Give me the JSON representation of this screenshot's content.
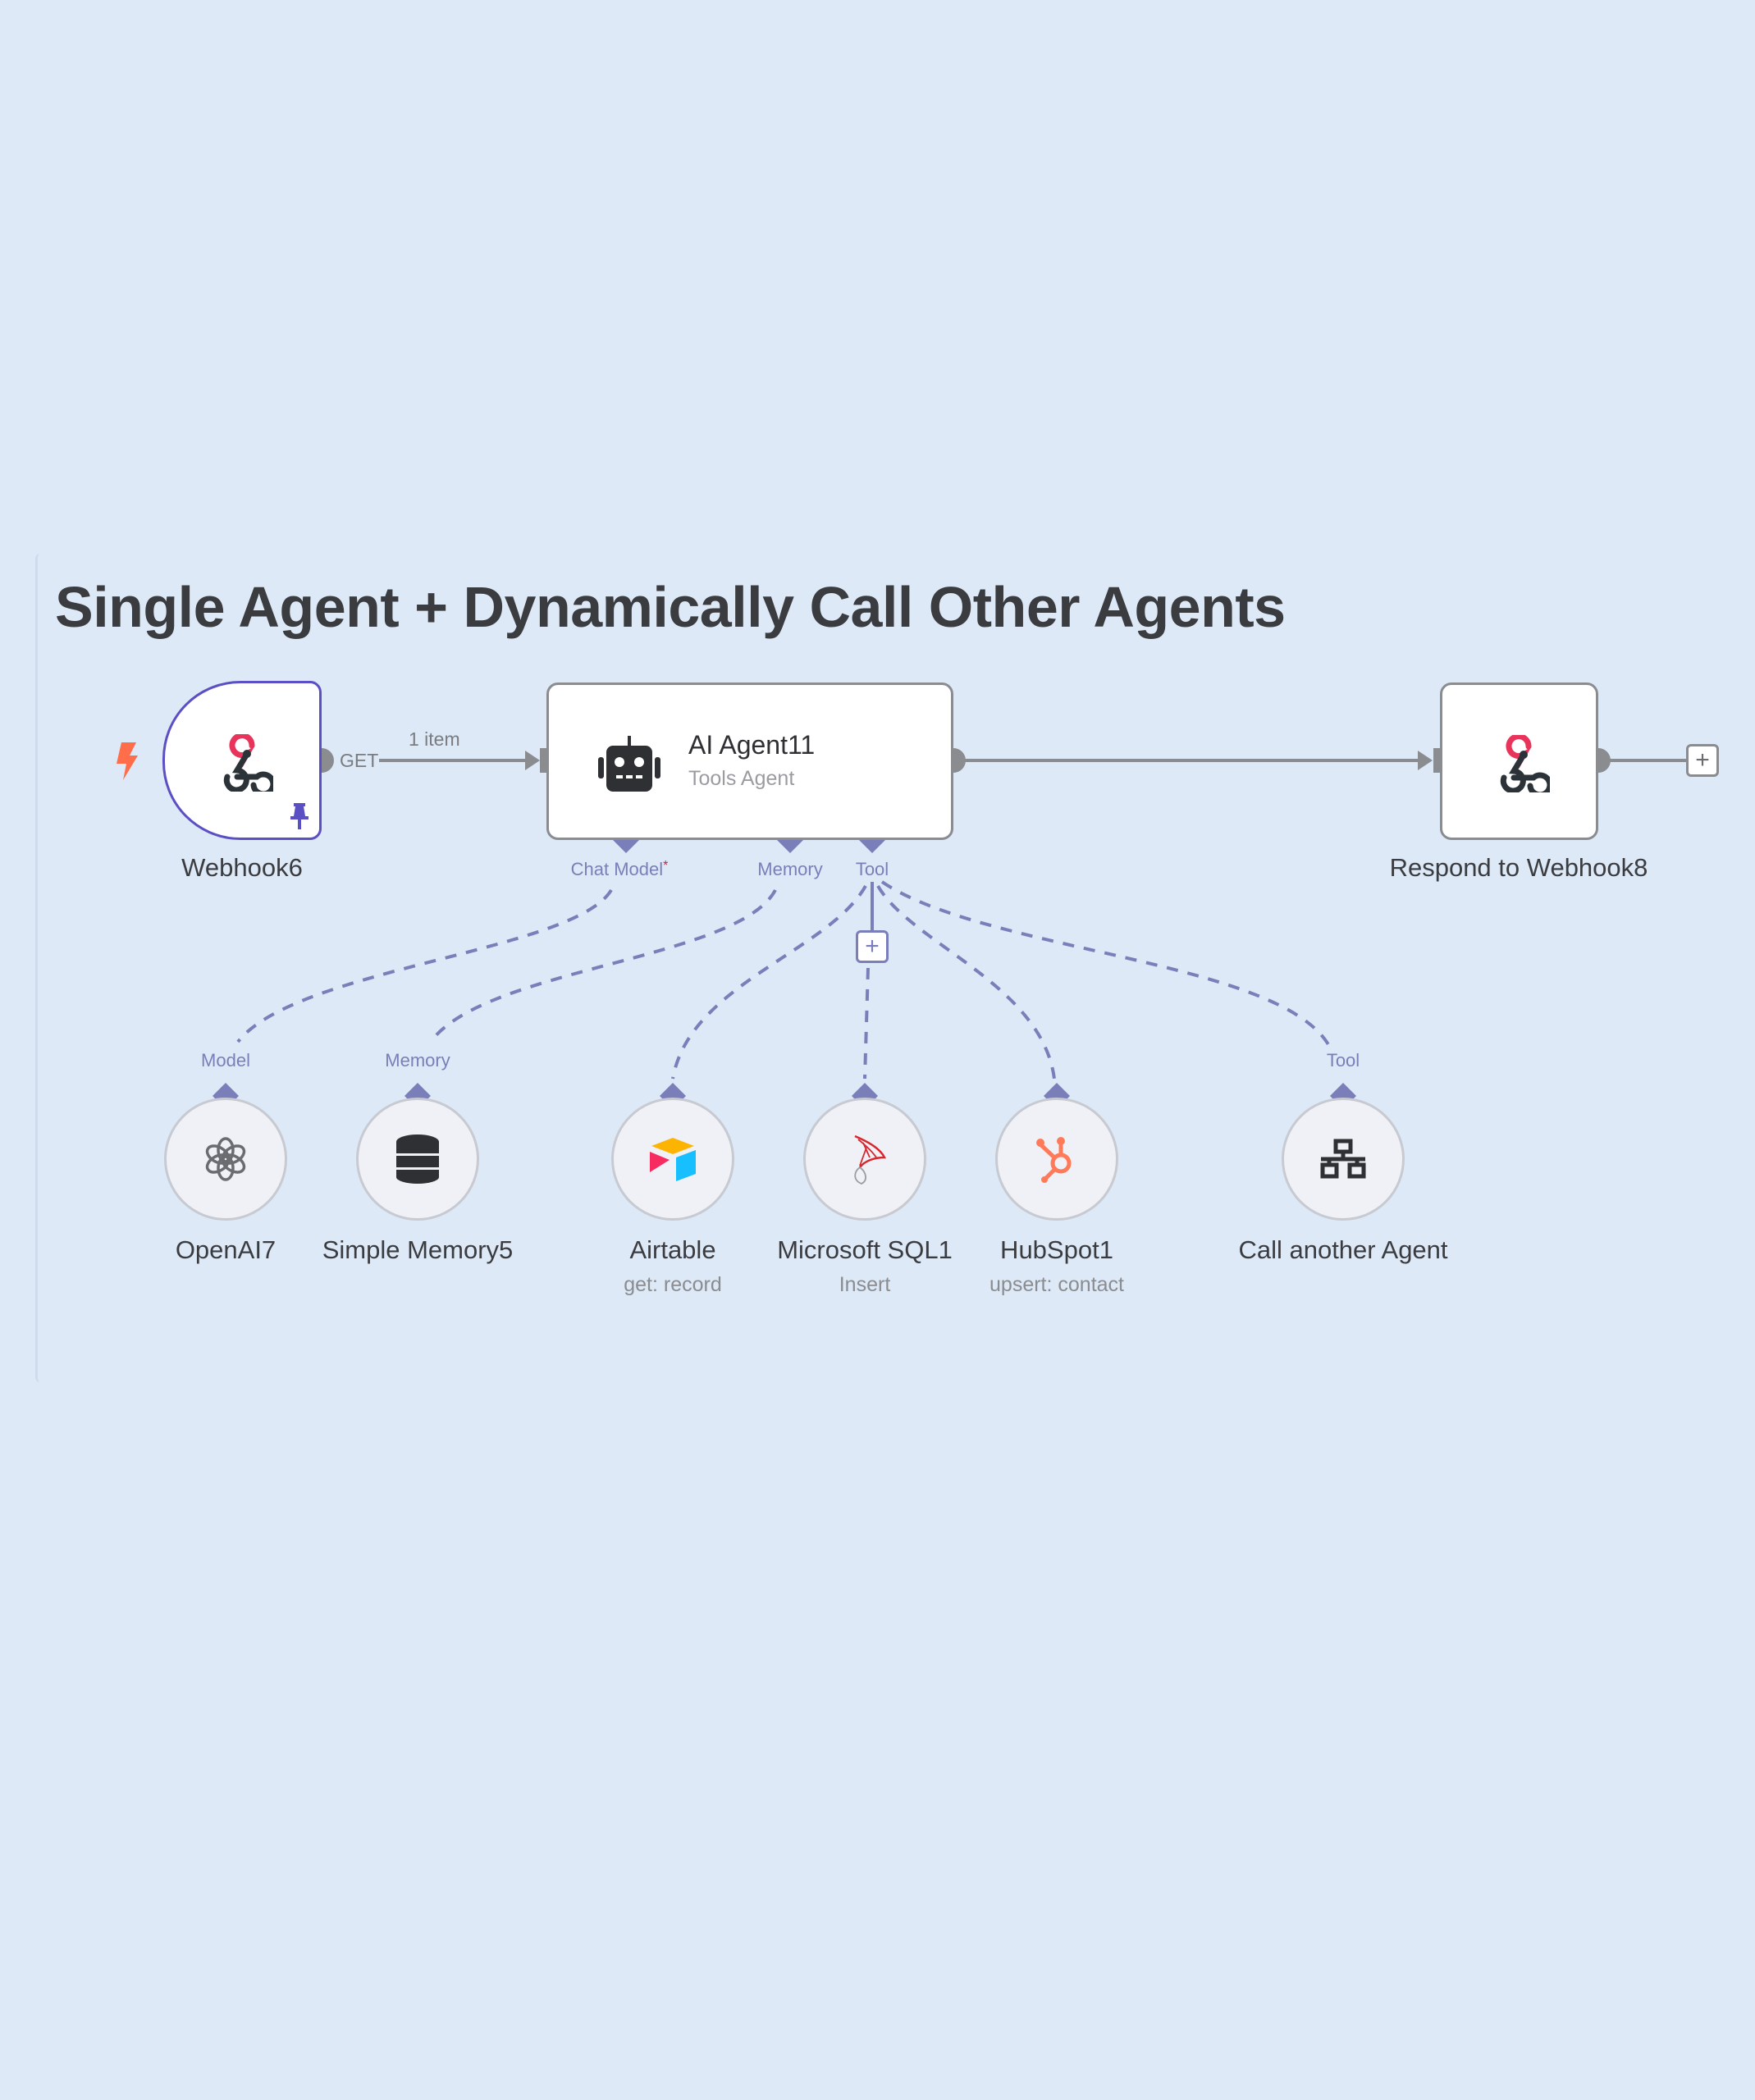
{
  "canvas": {
    "background": "#dde9f7",
    "sticky_note": {
      "title": "Single Agent + Dynamically Call Other Agents"
    }
  },
  "colors": {
    "main_edge": "#8a8c90",
    "ai_edge": "#7b7fb9",
    "trigger_border": "#5b4fc4",
    "trigger_bolt": "#ff6d4a",
    "required_marker": "#e8113a"
  },
  "nodes": {
    "webhook": {
      "name": "Webhook6",
      "icon": "webhook-icon",
      "pinned": true,
      "is_trigger": true,
      "trigger_icon": "lightning-bolt-icon",
      "output_label": "GET"
    },
    "agent": {
      "name": "AI Agent11",
      "subtitle": "Tools Agent",
      "icon": "robot-icon",
      "ports": [
        {
          "label": "Chat Model",
          "required": true,
          "required_marker": "*"
        },
        {
          "label": "Memory",
          "required": false
        },
        {
          "label": "Tool",
          "required": false
        }
      ]
    },
    "respond": {
      "name": "Respond to Webhook8",
      "icon": "webhook-icon"
    }
  },
  "edges": {
    "webhook_to_agent": {
      "label": "1 item"
    }
  },
  "sub_nodes": [
    {
      "name": "OpenAI7",
      "subtitle": "",
      "icon": "openai-icon",
      "port_label": "Model"
    },
    {
      "name": "Simple Memory5",
      "subtitle": "",
      "icon": "database-icon",
      "port_label": "Memory"
    },
    {
      "name": "Airtable",
      "subtitle": "get: record",
      "icon": "airtable-icon",
      "port_label": ""
    },
    {
      "name": "Microsoft SQL1",
      "subtitle": "Insert",
      "icon": "mssql-icon",
      "port_label": ""
    },
    {
      "name": "HubSpot1",
      "subtitle": "upsert: contact",
      "icon": "hubspot-icon",
      "port_label": ""
    },
    {
      "name": "Call another Agent",
      "subtitle": "",
      "icon": "network-icon",
      "port_label": "Tool"
    }
  ],
  "buttons": {
    "add_after_respond": "+",
    "add_tool": "+"
  }
}
